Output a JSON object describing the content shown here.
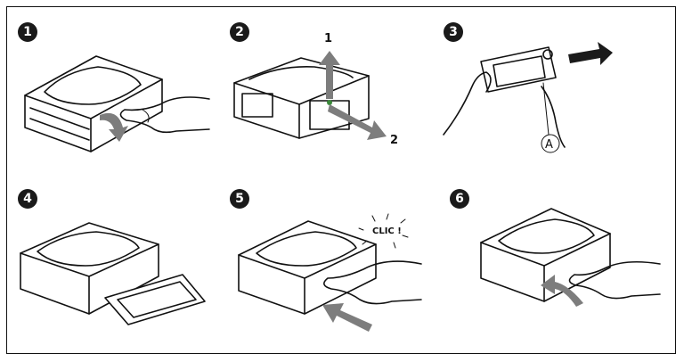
{
  "steps": [
    {
      "number": "1"
    },
    {
      "number": "2",
      "labels": [
        "1",
        "2"
      ]
    },
    {
      "number": "3",
      "callout": "A"
    },
    {
      "number": "4"
    },
    {
      "number": "5",
      "sound": "CLIC !"
    },
    {
      "number": "6"
    }
  ],
  "colors": {
    "ink": "#111111",
    "arrow": "#7d7d7d",
    "badge": "#1a1a1a"
  }
}
